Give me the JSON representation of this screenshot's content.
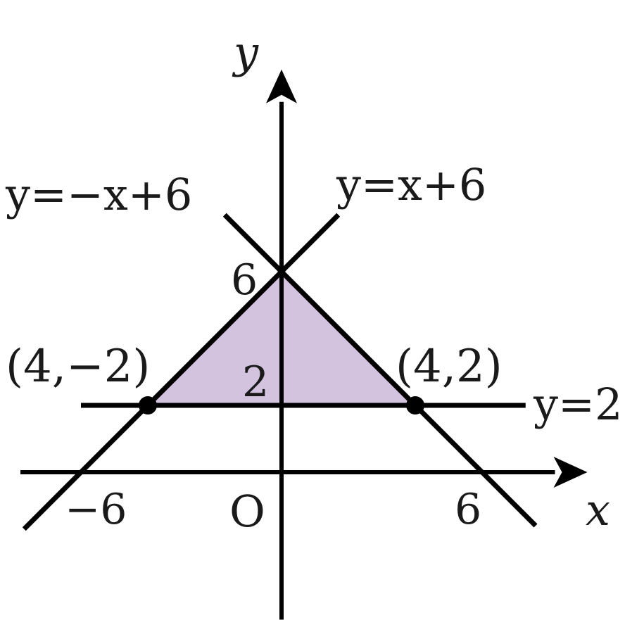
{
  "figure": {
    "x_range": [
      -6.8,
      8.6
    ],
    "y_range": [
      -3.4,
      11.5
    ],
    "colors": {
      "stroke": "#000000",
      "text": "#1a1a1a",
      "region_fill": "#d4c3df",
      "background": "#ffffff"
    },
    "axes": {
      "x_label": "x",
      "y_label": "y",
      "origin_label": "O"
    },
    "ticks": [
      {
        "id": "x-neg6",
        "text": "−6",
        "x": -6,
        "y": 0,
        "axis": "x"
      },
      {
        "id": "x-6",
        "text": "6",
        "x": 6,
        "y": 0,
        "axis": "x"
      },
      {
        "id": "y-6",
        "text": "6",
        "x": 0,
        "y": 6,
        "axis": "y"
      },
      {
        "id": "y-2",
        "text": "2",
        "x": 0,
        "y": 2,
        "axis": "y"
      }
    ],
    "lines": [
      {
        "id": "line-y-eq-x-plus-6",
        "slope": 1,
        "intercept": 6,
        "x_from": -7.7,
        "x_to": 1.7,
        "label": "y=x+6"
      },
      {
        "id": "line-y-eq-neg-x-plus-6",
        "slope": -1,
        "intercept": 6,
        "x_from": -1.7,
        "x_to": 7.6,
        "label": "y=−x+6"
      },
      {
        "id": "line-y-eq-2",
        "slope": 0,
        "intercept": 2,
        "x_from": -6.0,
        "x_to": 7.3,
        "label": "y=2"
      }
    ],
    "points": [
      {
        "id": "point-left",
        "x": -4,
        "y": 2,
        "label": "(4,−2)"
      },
      {
        "id": "point-right",
        "x": 4,
        "y": 2,
        "label": "(4,2)"
      }
    ],
    "region": {
      "vertices": [
        [
          -4,
          2
        ],
        [
          4,
          2
        ],
        [
          0,
          6
        ]
      ]
    }
  }
}
